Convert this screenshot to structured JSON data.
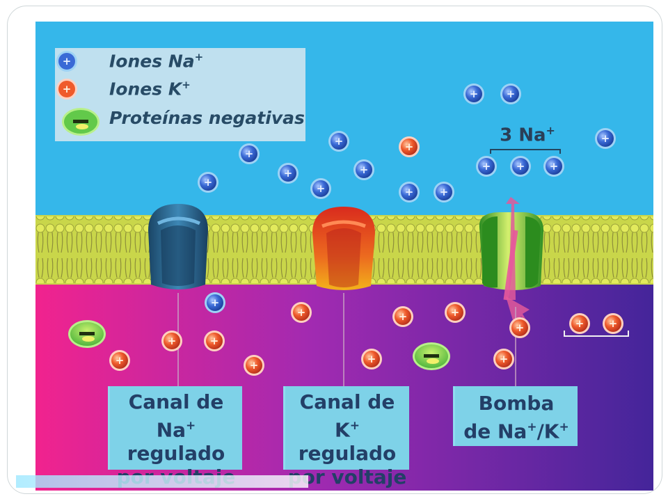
{
  "legend": {
    "na_ions": "Iones Na",
    "na_charge": "+",
    "k_ions": "Iones K",
    "k_charge": "+",
    "negative_proteins": "Proteínas negativas"
  },
  "pump_annotation": {
    "count": "3 Na",
    "charge": "+"
  },
  "labels": {
    "na_channel": {
      "line1": "Canal de",
      "line2_ion": "Na",
      "line2_charge": "+",
      "line2_rest": " regulado",
      "line3": "por voltaje"
    },
    "k_channel": {
      "line1": "Canal de",
      "line2_ion": "K",
      "line2_charge": "+",
      "line2_rest": " regulado",
      "line3": "por voltaje"
    },
    "pump": {
      "line1": "Bomba",
      "line2_prefix": "de Na",
      "line2_charge1": "+",
      "line2_mid": "/K",
      "line2_charge2": "+"
    }
  },
  "colors": {
    "extracellular": "#35b7ea",
    "intracellular_left": "#ef1c8c",
    "intracellular_right": "#4b2c99",
    "membrane": "#d7e35a",
    "na_ion": "#2b5fd4",
    "k_ion": "#e9502a",
    "protein": "#62c94a"
  }
}
